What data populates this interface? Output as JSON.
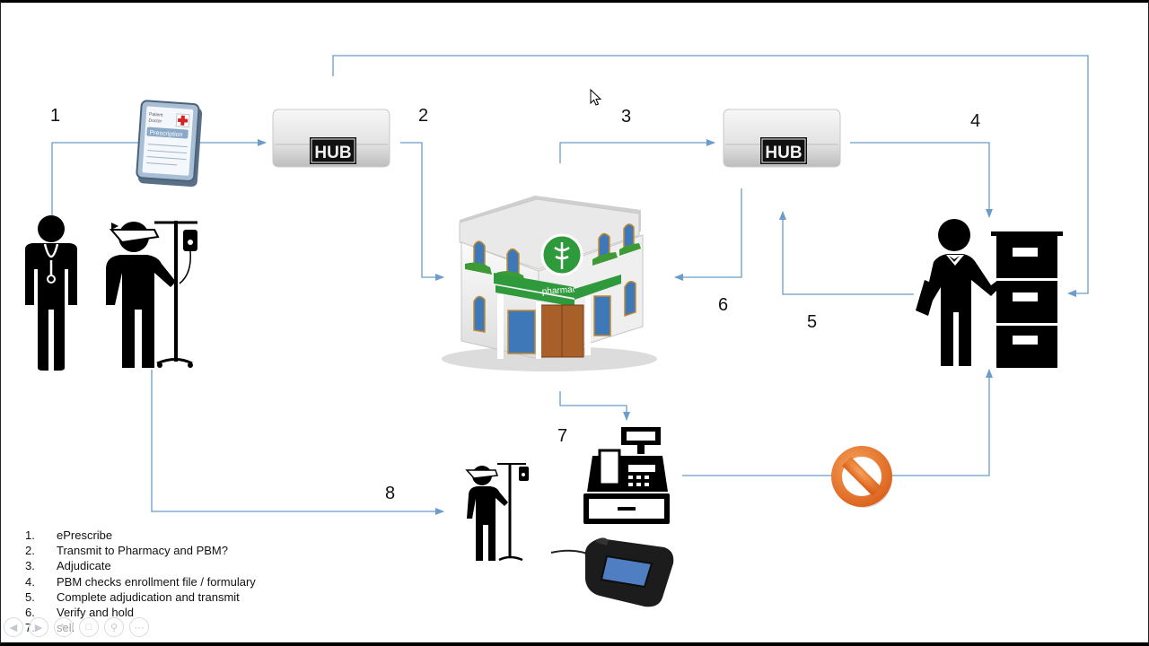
{
  "step_labels": [
    {
      "id": "1",
      "text": "1"
    },
    {
      "id": "2",
      "text": "2"
    },
    {
      "id": "3",
      "text": "3"
    },
    {
      "id": "4",
      "text": "4"
    },
    {
      "id": "5",
      "text": "5"
    },
    {
      "id": "6",
      "text": "6"
    },
    {
      "id": "7",
      "text": "7"
    },
    {
      "id": "8",
      "text": "8"
    }
  ],
  "hub_left": {
    "label": "HUB"
  },
  "hub_right": {
    "label": "HUB"
  },
  "prescription": {
    "line1": "Patient",
    "line2": "Doctor",
    "title": "Prescription"
  },
  "pharmacy": {
    "sign": "pharmacy"
  },
  "legend": [
    {
      "num": "1.",
      "text": "ePrescribe"
    },
    {
      "num": "2.",
      "text": "Transmit to Pharmacy and PBM?"
    },
    {
      "num": "3.",
      "text": "Adjudicate"
    },
    {
      "num": "4.",
      "text": "PBM checks enrollment file / formulary"
    },
    {
      "num": "5.",
      "text": "Complete adjudication and transmit"
    },
    {
      "num": "6.",
      "text": "Verify and hold"
    },
    {
      "num": "7.",
      "text": "sell"
    }
  ],
  "nav_icons": [
    "prev-icon",
    "next-icon",
    "pen-icon",
    "slides-icon",
    "zoom-icon",
    "more-icon"
  ],
  "colors": {
    "arrow": "#6b9ccb",
    "hub": "#e6e6e6",
    "prohibit": "#e8731f",
    "pharmacy_green": "#2f9a3c"
  }
}
